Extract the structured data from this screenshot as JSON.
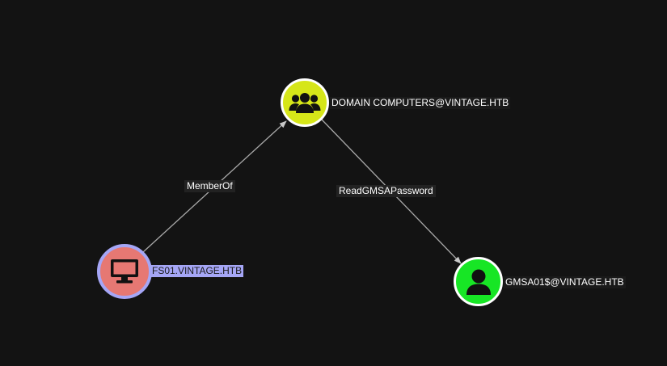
{
  "nodes": [
    {
      "id": "domain-computers",
      "label": "DOMAIN COMPUTERS@VINTAGE.HTB",
      "kind": "group",
      "icon": "users-icon",
      "fill": "#d6e619",
      "border": "#ffffff"
    },
    {
      "id": "fs01",
      "label": "FS01.VINTAGE.HTB",
      "kind": "computer",
      "icon": "desktop-computer-icon",
      "fill": "#e67873",
      "border": "#a5a6f6",
      "selected": true
    },
    {
      "id": "gmsa01",
      "label": "GMSA01$@VINTAGE.HTB",
      "kind": "user",
      "icon": "user-icon",
      "fill": "#17e625",
      "border": "#ffffff"
    }
  ],
  "edges": [
    {
      "from": "fs01",
      "to": "domain-computers",
      "label": "MemberOf"
    },
    {
      "from": "domain-computers",
      "to": "gmsa01",
      "label": "ReadGMSAPassword"
    }
  ],
  "colors": {
    "background": "#131313",
    "edge": "#b0b0b0",
    "selected_label_bg": "#a5a6f6"
  }
}
